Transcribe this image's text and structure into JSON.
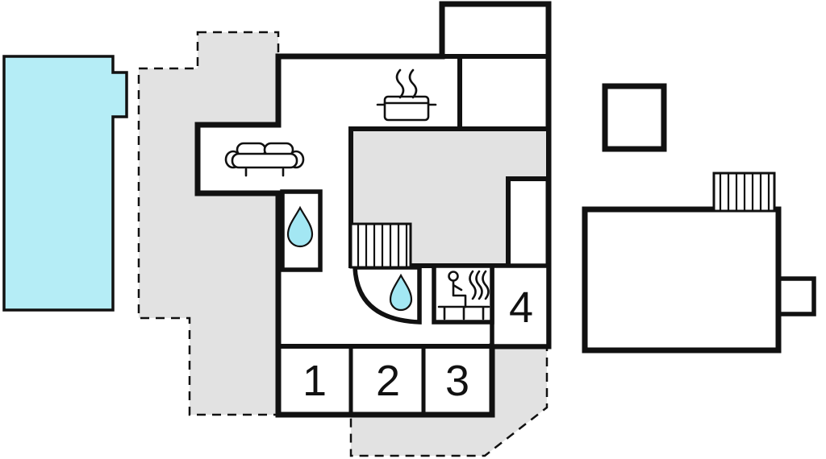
{
  "colors": {
    "pool": "#b5edf6",
    "water": "#a3e7f3",
    "terrace": "#e2e2e2",
    "wall": "#111111",
    "floor": "#ffffff"
  },
  "rooms": [
    {
      "label": "1"
    },
    {
      "label": "2"
    },
    {
      "label": "3"
    },
    {
      "label": "4"
    }
  ],
  "icons": [
    "sofa-icon",
    "cooking-pot-icon",
    "steam-icon",
    "water-drop-icon",
    "stairs-icon",
    "sauna-person-icon",
    "heat-waves-icon",
    "pool-shape",
    "terrace-dashed-area"
  ]
}
